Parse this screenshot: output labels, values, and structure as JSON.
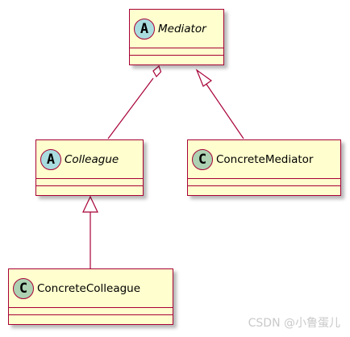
{
  "diagram": {
    "classes": {
      "mediator": {
        "name": "Mediator",
        "stereotype": "A",
        "abstract": true
      },
      "colleague": {
        "name": "Colleague",
        "stereotype": "A",
        "abstract": true
      },
      "concrete_mediator": {
        "name": "ConcreteMediator",
        "stereotype": "C",
        "abstract": false
      },
      "concrete_colleague": {
        "name": "ConcreteColleague",
        "stereotype": "C",
        "abstract": false
      }
    },
    "relations": [
      {
        "from": "Mediator",
        "to": "Colleague",
        "kind": "aggregation"
      },
      {
        "from": "ConcreteMediator",
        "to": "Mediator",
        "kind": "generalization"
      },
      {
        "from": "ConcreteColleague",
        "to": "Colleague",
        "kind": "generalization"
      }
    ],
    "colors": {
      "class_fill": "#fefece",
      "class_border": "#a80036",
      "abstract_badge": "#a9dcdf",
      "concrete_badge": "#add1b2"
    }
  },
  "watermark": "CSDN @小鲁蛋儿"
}
